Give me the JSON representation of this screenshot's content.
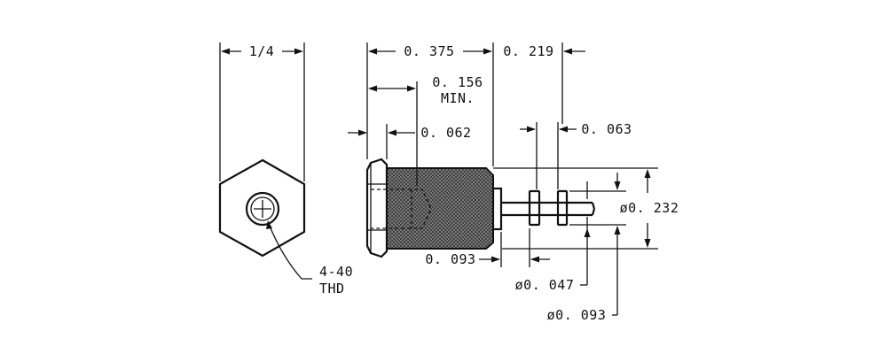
{
  "dimensions": {
    "hex_width": "1/4",
    "overall_body": "0. 375",
    "pin_length": "0. 219",
    "min_depth": "0. 156",
    "min_label": "MIN.",
    "head_thickness": "0. 062",
    "groove_width": "0. 063",
    "body_diameter": "ø0. 232",
    "gap_length": "0. 093",
    "pin_diameter": "ø0. 047",
    "tip_diameter": "ø0. 093"
  },
  "thread": {
    "size": "4-40",
    "label": "THD"
  },
  "colors": {
    "ink": "#111111",
    "knurl_fill": "#3a3a3a",
    "background": "#ffffff"
  }
}
